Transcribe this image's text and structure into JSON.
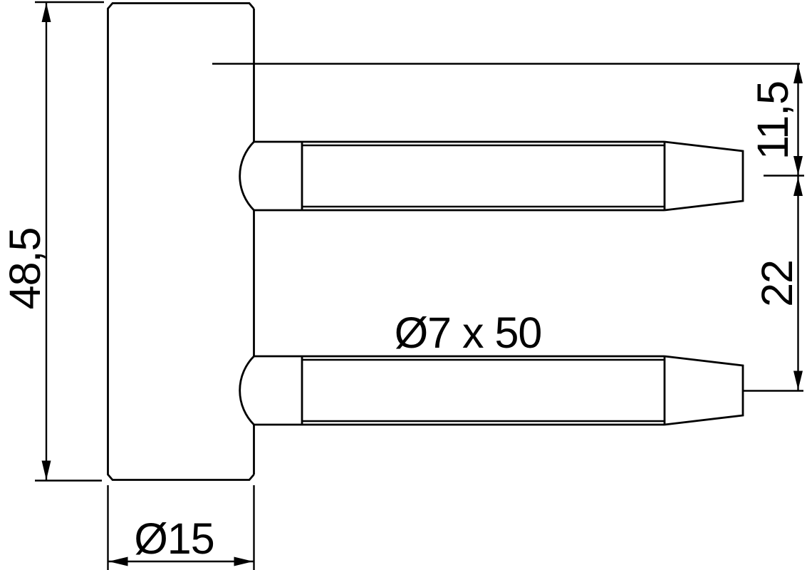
{
  "drawing": {
    "background_color": "#ffffff",
    "line_color": "#000000",
    "labels": {
      "overall_height": "48,5",
      "body_diameter": "Ø15",
      "pin_spec": "Ø7 x 50",
      "top_pin_offset": "11,5",
      "pin_spacing": "22"
    }
  }
}
